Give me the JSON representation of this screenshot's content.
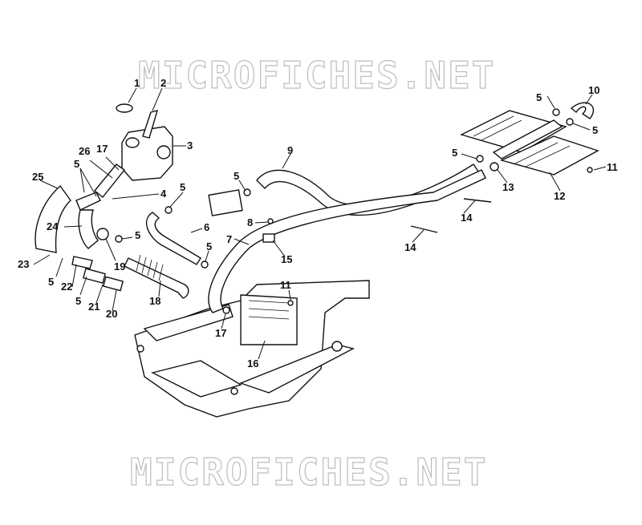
{
  "watermark": {
    "top": "MICROFICHES.NET",
    "bottom": "MICROFICHES.NET"
  },
  "callouts": [
    {
      "id": "c1",
      "text": "1"
    },
    {
      "id": "c2",
      "text": "2"
    },
    {
      "id": "c3",
      "text": "3"
    },
    {
      "id": "c26",
      "text": "26"
    },
    {
      "id": "c17a",
      "text": "17"
    },
    {
      "id": "c5a",
      "text": "5"
    },
    {
      "id": "c25",
      "text": "25"
    },
    {
      "id": "c4",
      "text": "4"
    },
    {
      "id": "c24",
      "text": "24"
    },
    {
      "id": "c23",
      "text": "23"
    },
    {
      "id": "c5b",
      "text": "5"
    },
    {
      "id": "c22",
      "text": "22"
    },
    {
      "id": "c5c",
      "text": "5"
    },
    {
      "id": "c21",
      "text": "21"
    },
    {
      "id": "c20",
      "text": "20"
    },
    {
      "id": "c19",
      "text": "19"
    },
    {
      "id": "c5d",
      "text": "5"
    },
    {
      "id": "c5e",
      "text": "5"
    },
    {
      "id": "c6",
      "text": "6"
    },
    {
      "id": "c5f",
      "text": "5"
    },
    {
      "id": "c18",
      "text": "18"
    },
    {
      "id": "c5g",
      "text": "5"
    },
    {
      "id": "c9",
      "text": "9"
    },
    {
      "id": "c8",
      "text": "8"
    },
    {
      "id": "c7",
      "text": "7"
    },
    {
      "id": "c15",
      "text": "15"
    },
    {
      "id": "c11a",
      "text": "11"
    },
    {
      "id": "c17b",
      "text": "17"
    },
    {
      "id": "c16",
      "text": "16"
    },
    {
      "id": "c14a",
      "text": "14"
    },
    {
      "id": "c14b",
      "text": "14"
    },
    {
      "id": "c5h",
      "text": "5"
    },
    {
      "id": "c13",
      "text": "13"
    },
    {
      "id": "c12",
      "text": "12"
    },
    {
      "id": "c11b",
      "text": "11"
    },
    {
      "id": "c5i",
      "text": "5"
    },
    {
      "id": "c10",
      "text": "10"
    },
    {
      "id": "c5j",
      "text": "5"
    }
  ]
}
